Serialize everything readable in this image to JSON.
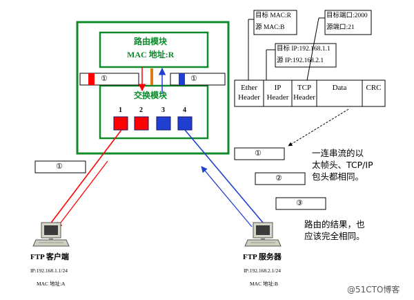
{
  "router": {
    "routing_module_title": "路由模块",
    "mac_label": "MAC 地址:R",
    "switch_module_title": "交换模块",
    "port_numbers": [
      "1",
      "2",
      "3",
      "4"
    ]
  },
  "frame": {
    "header_cells": [
      {
        "line1": "Ether",
        "line2": "Header"
      },
      {
        "line1": "IP",
        "line2": "Header"
      },
      {
        "line1": "TCP",
        "line2": "Header"
      },
      {
        "line1": "Data",
        "line2": ""
      },
      {
        "line1": "CRC",
        "line2": ""
      }
    ],
    "mac_callout": {
      "dst": "目标 MAC:R",
      "src": "源 MAC:B"
    },
    "ip_callout": {
      "dst": "目标 IP:192.168.1.1",
      "src": "源 IP:192.168.2.1"
    },
    "tcp_callout": {
      "dst": "目标端口:2000",
      "src": "源端口:21"
    }
  },
  "packets": {
    "left_in_router": "①",
    "right_in_router": "①",
    "left_link": "①",
    "right_list": [
      "①",
      "②",
      "③"
    ]
  },
  "notes": {
    "note1_line1": "一连串流的以",
    "note1_line2": "太帧头、TCP/IP",
    "note1_line3": "包头都相同。",
    "note2_line1": "路由的结果，也",
    "note2_line2": "应该完全相同。"
  },
  "client": {
    "title": "FTP 客户端",
    "ip": "IP:192.168.1.1/24",
    "mac": "MAC 地址:A"
  },
  "server": {
    "title": "FTP 服务器",
    "ip": "IP:192.168.2.1/24",
    "mac": "MAC 地址:B"
  },
  "watermark": "@51CTO博客",
  "colors": {
    "router_border": "#0f8a2a",
    "red": "#ff0000",
    "blue": "#1f3fd0",
    "orange": "#e07a10",
    "title_green": "#0a8a2a"
  }
}
